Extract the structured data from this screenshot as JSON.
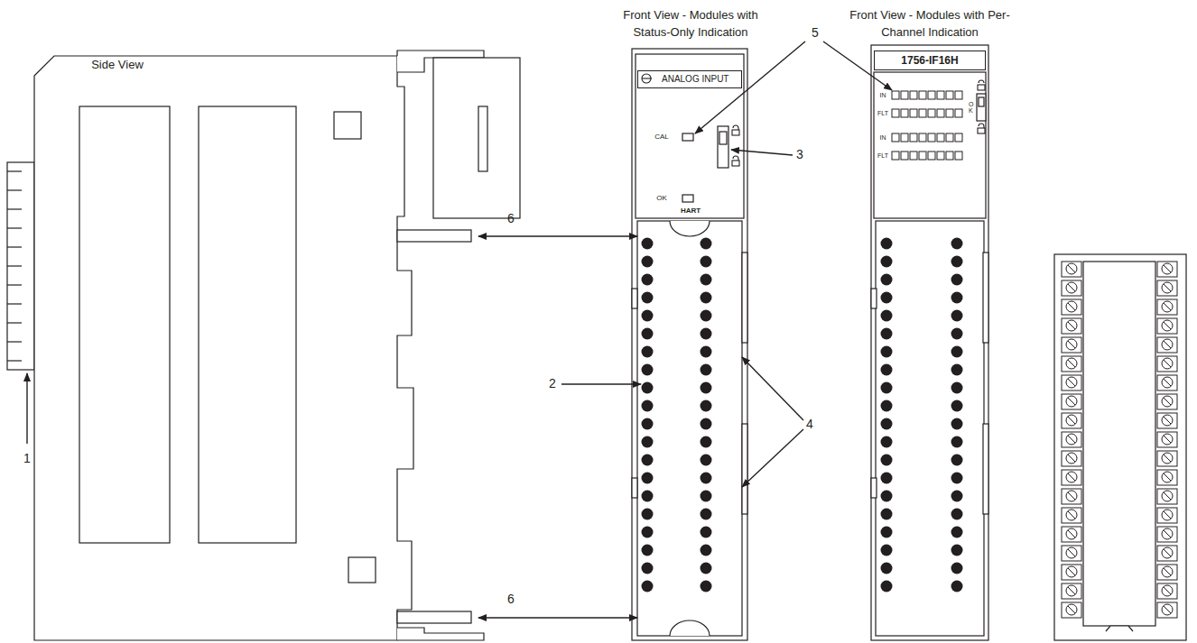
{
  "diagram": {
    "nodes": [
      {
        "text": [
          "ANALOG INPUT"
        ]
      },
      {
        "text": [
          "1756-IF16H"
        ]
      }
    ],
    "labels": [
      "Side View",
      "Front View - Modules with Status-Only Indication",
      "Front View - Modules with Per-Channel Indication",
      "5",
      "3",
      "6",
      "6",
      "2",
      "4",
      "1",
      "CAL",
      "OK",
      "HART",
      "IN",
      "FLT",
      "IN",
      "FLT",
      "OK"
    ]
  }
}
